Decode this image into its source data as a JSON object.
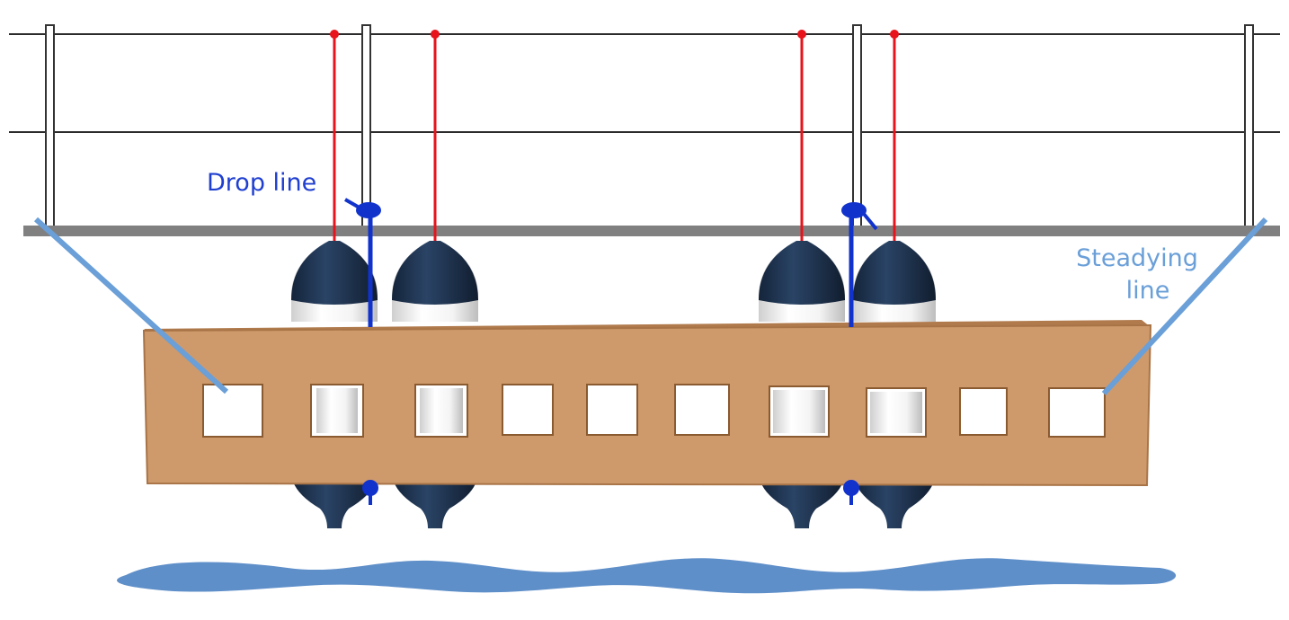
{
  "labels": {
    "drop_line": "Drop line",
    "steadying_line_1": "Steadying",
    "steadying_line_2": "line"
  },
  "colors": {
    "rail": "#2b2b2b",
    "deck_edge": "#808080",
    "stanchion_fill": "#ffffff",
    "stanchion_stroke": "#333333",
    "fender_line": "#e8131b",
    "drop_line": "#1133cc",
    "drop_line_label": "#1f3fd0",
    "steadying_line": "#6a9fd8",
    "steadying_line_label": "#6a9fd8",
    "board": "#cf9a6b",
    "board_edge": "#9c6a3e",
    "fender_cap": "#1e3350",
    "fender_body": "#f2f2f2",
    "water": "#5f8fc9"
  },
  "icons": {
    "fender": "fender-icon",
    "cleat": "cleat-icon",
    "stanchion": "stanchion-icon"
  }
}
